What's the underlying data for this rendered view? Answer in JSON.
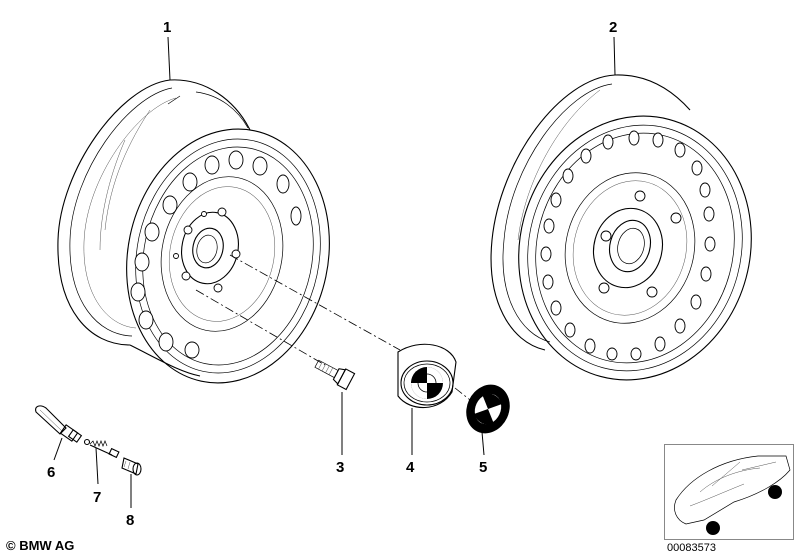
{
  "callouts": [
    "1",
    "2",
    "3",
    "4",
    "5",
    "6",
    "7",
    "8"
  ],
  "copyright": "BMW AG",
  "copyright_symbol": "©",
  "document_number": "00083573",
  "colors": {
    "line": "#000000",
    "background": "#ffffff",
    "thumbnail_border": "#888888"
  }
}
